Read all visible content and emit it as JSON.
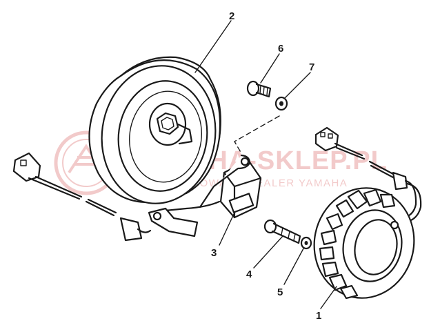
{
  "diagram": {
    "callouts": [
      {
        "id": "1",
        "label": "1"
      },
      {
        "id": "2",
        "label": "2"
      },
      {
        "id": "3",
        "label": "3"
      },
      {
        "id": "4",
        "label": "4"
      },
      {
        "id": "5",
        "label": "5"
      },
      {
        "id": "6",
        "label": "6"
      },
      {
        "id": "7",
        "label": "7"
      }
    ]
  },
  "watermark": {
    "brand": "YAMAHA-SKLEP.PL",
    "tagline": "AUTORYZOWANY DEALER YAMAHA",
    "color": "#e8a0a0"
  },
  "colors": {
    "ink": "#1a1a1a",
    "background": "#ffffff"
  }
}
